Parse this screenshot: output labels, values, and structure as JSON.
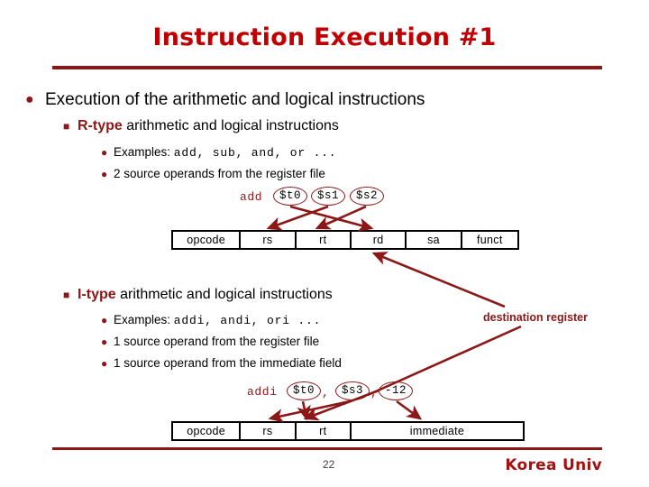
{
  "slide": {
    "title": "Instruction Execution #1",
    "page_number": "22",
    "organization": "Korea Univ",
    "accent_title_color": "#c00000",
    "accent_body_color": "#8b1717"
  },
  "bullets": {
    "level1": "Execution of the arithmetic and logical instructions",
    "rtype": {
      "keyword": "R-type",
      "text": " arithmetic and logical instructions",
      "examples_label": "Examples: ",
      "examples_code": "add, sub, and, or ...",
      "note": "2 source operands from the register file"
    },
    "itype": {
      "keyword": "I-type",
      "text": " arithmetic and logical instructions",
      "examples_label": "Examples: ",
      "examples_code": "addi, andi, ori ...",
      "note1": "1 source operand from the register file",
      "note2": "1 source operand from the immediate field"
    }
  },
  "rtype_example": {
    "mnemonic": "add",
    "operands": [
      "$t0",
      "$s1",
      "$s2"
    ]
  },
  "itype_example": {
    "mnemonic": "addi",
    "operands": [
      "$t0",
      "$s3",
      "-12"
    ],
    "separators": [
      ",",
      ","
    ]
  },
  "rtype_format": {
    "fields": [
      "opcode",
      "rs",
      "rt",
      "rd",
      "sa",
      "funct"
    ]
  },
  "itype_format": {
    "fields": [
      "opcode",
      "rs",
      "rt",
      "immediate"
    ]
  },
  "annotation": {
    "destination_register": "destination register"
  }
}
